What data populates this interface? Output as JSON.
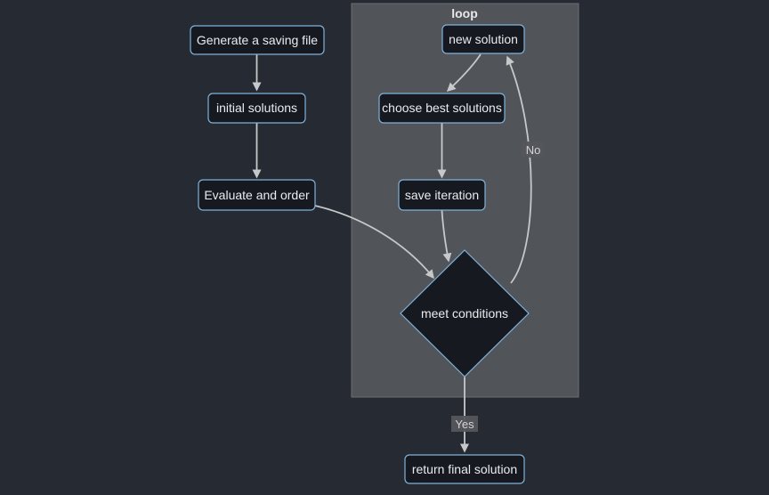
{
  "diagram": {
    "cluster": {
      "title": "loop"
    },
    "nodes": {
      "generate": {
        "label": "Generate a saving file"
      },
      "initial": {
        "label": "initial solutions"
      },
      "evaluate": {
        "label": "Evaluate and order"
      },
      "new_solution": {
        "label": "new solution"
      },
      "choose": {
        "label": "choose best solutions"
      },
      "save_iteration": {
        "label": "save iteration"
      },
      "meet": {
        "label": "meet conditions"
      },
      "return_final": {
        "label": "return final solution"
      }
    },
    "edge_labels": {
      "yes": "Yes",
      "no": "No"
    }
  },
  "colors": {
    "bg": "#262b33",
    "node-fill": "#16191f",
    "node-border": "#7fb1db",
    "node-text": "#e9ecef",
    "edge": "#c6c8ca",
    "cluster-fill": "#515459",
    "cluster-border": "#6a6e74",
    "cluster-title": "#e8e8e8",
    "label-bg": "#54565c",
    "label-text": "#d2d4d6"
  }
}
